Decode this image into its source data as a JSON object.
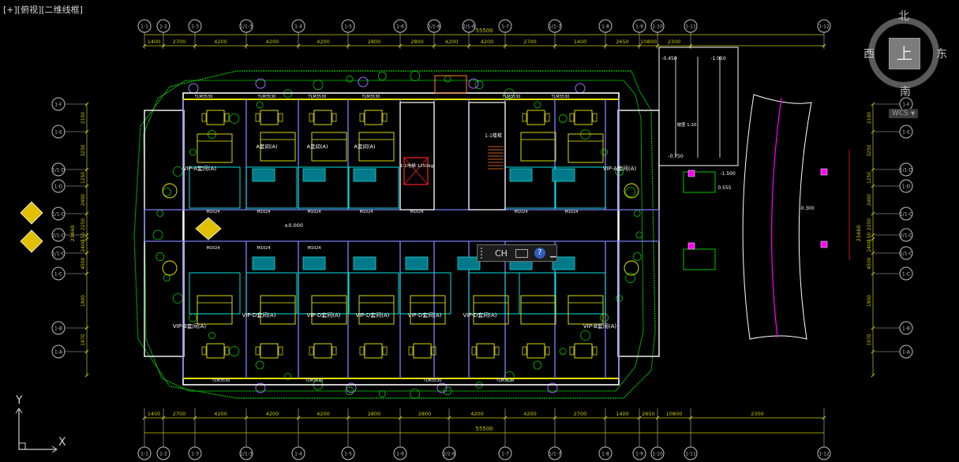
{
  "viewport": {
    "label": "[+][俯视][二维线框]"
  },
  "viewcube": {
    "north": "北",
    "south": "南",
    "west": "西",
    "east": "东",
    "face": "上",
    "wcs": "WCS"
  },
  "ime": {
    "lang": "CH",
    "help": "?"
  },
  "ucs": {
    "x_label": "X",
    "y_label": "Y"
  },
  "axes_top": [
    "1-1",
    "1-2",
    "1-3",
    "1/1-3",
    "1-4",
    "1-5",
    "1-6",
    "1/1-6",
    "2/1-6",
    "1-7",
    "1/1-7",
    "1-8",
    "1-9",
    "1-10",
    "1-11",
    "1-12"
  ],
  "axes_bottom": [
    "1-1",
    "1-2",
    "1-3",
    "1/1-3",
    "1-4",
    "1-5",
    "1-6",
    "2/1-6",
    "1-7",
    "1/1-7",
    "1-8",
    "1-9",
    "1-10",
    "1-11",
    "1-12"
  ],
  "axes_left": [
    "1-F",
    "1-E",
    "1/1-D",
    "1-D",
    "1/1-C",
    "2/1-C",
    "1/1-C",
    "1-C",
    "1-B",
    "1-A"
  ],
  "axes_right": [
    "1-F",
    "1-E",
    "1/1-D",
    "1-D",
    "1/1-C",
    "2/1-C",
    "1/1-C",
    "1-C",
    "1-B",
    "1-A"
  ],
  "dims_top": [
    "1400",
    "2700",
    "4200",
    "4200",
    "4200",
    "2800",
    "2800",
    "4200",
    "4200",
    "2700",
    "1400",
    "2650",
    "10800",
    "2300"
  ],
  "dims_top_total": "55500",
  "dims_bottom": [
    "1400",
    "2700",
    "4200",
    "4200",
    "4200",
    "2800",
    "2800",
    "4200",
    "4200",
    "2700",
    "1400",
    "2650",
    "10800",
    "2300"
  ],
  "dims_bottom_total": "55500",
  "dims_left": [
    "2100",
    "3250",
    "1250",
    "2400",
    "2250",
    "150",
    "2400",
    "4500",
    "1900",
    "1970"
  ],
  "dims_left_total": "23460",
  "dims_right": [
    "2100",
    "3250",
    "1250",
    "2400",
    "2250",
    "150",
    "2400",
    "4500",
    "1900",
    "1970"
  ],
  "dims_right_total": "23460",
  "rooms": {
    "vip_a_left": "VIP-A套间(A)",
    "vip_a_right": "VIP-A套间(A)",
    "vip_b_left": "VIP-B套间(A)",
    "vip_b_right": "VIP-B套间(A)",
    "vip_d": [
      "VIP-D套间(A)",
      "VIP-D套间(A)",
      "VIP-D套间(A)",
      "VIP-D套间(A)",
      "VIP-D套间(A)"
    ],
    "a_rooms": [
      "A套间(A)",
      "A套间(A)",
      "A套间(A)"
    ],
    "stair": "1-1楼梯",
    "elevator": "1-1电梯 1250kg",
    "corridor_level": "±0.000"
  },
  "doors": [
    "M1024",
    "M1024",
    "M1024",
    "M1024",
    "M1024",
    "M1024",
    "M1024",
    "M1024",
    "M1024",
    "M1024"
  ],
  "windows": [
    "TLM3530",
    "TLM3530",
    "TLM3530",
    "TLM3530",
    "TLM3530",
    "TLM3530",
    "TLM3530",
    "TLM3530",
    "TLM3530",
    "TLM3530"
  ],
  "ramp": {
    "levels": [
      "-0.450",
      "-1.050",
      "-0.750",
      "-1.500"
    ],
    "slope": "坡度 1:20"
  },
  "site": {
    "platform": "0.555",
    "level": "-0.300"
  },
  "colors": {
    "bg": "#000000",
    "axis": "#c0c0c0",
    "dim": "#c8c800",
    "wall": "#ffffff",
    "partition": "#8080ff",
    "furniture": "#f0f000",
    "landscape": "#00c800",
    "glass": "#00e0e0",
    "accent": "#ff00ff",
    "red": "#ff2020"
  }
}
